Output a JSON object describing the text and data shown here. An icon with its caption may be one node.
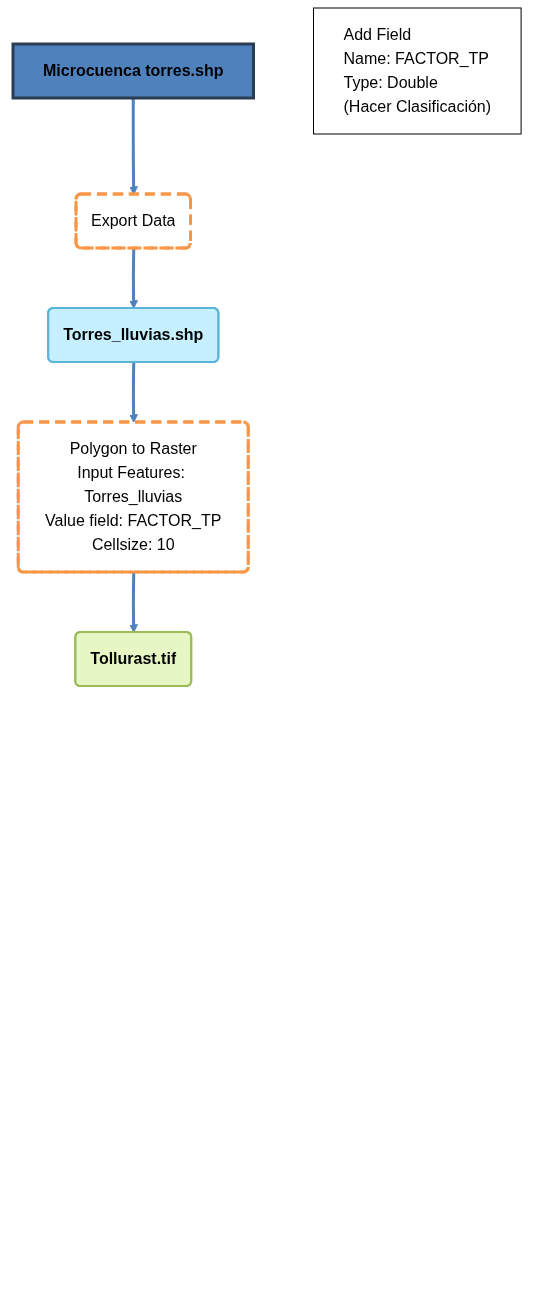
{
  "diagram": {
    "nodes": [
      {
        "text": [
          "Microcuenca torres.shp"
        ]
      },
      {
        "text": [
          "Export Data"
        ]
      },
      {
        "text": [
          "Torres_lluvias.shp"
        ]
      },
      {
        "text": [
          "Add Field",
          "Name: FACTOR_TP",
          "Type: Double",
          "(Hacer Clasificación)"
        ]
      },
      {
        "text": [
          "Polygon to Raster",
          "Input Features: Torres_lluvias",
          "Value field: FACTOR_TP",
          "Cellsize: 10"
        ]
      },
      {
        "text": [
          "Tollurast.tif"
        ]
      }
    ],
    "edges": [
      {
        "from": 0,
        "to": 1,
        "arrow": "to"
      },
      {
        "from": 1,
        "to": 2,
        "arrow": "to"
      },
      {
        "from": 2,
        "to": 4,
        "arrow": "to"
      },
      {
        "from": 4,
        "to": 5,
        "arrow": "to"
      }
    ]
  }
}
